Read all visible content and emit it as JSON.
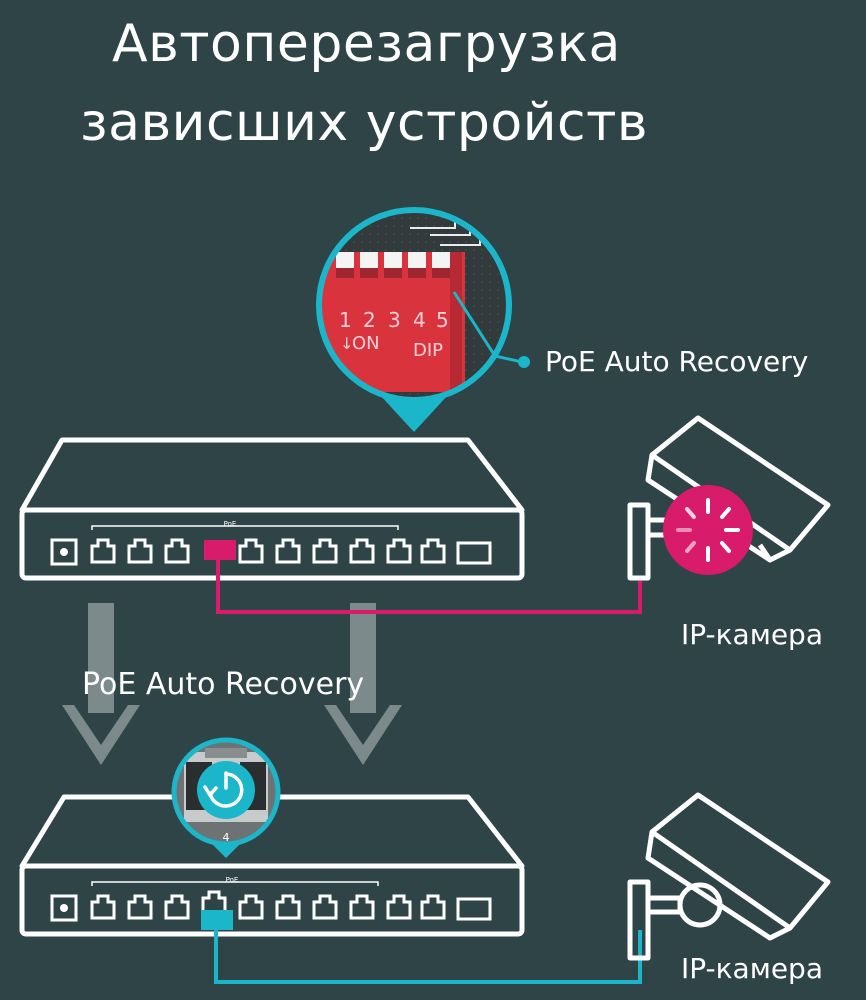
{
  "title": {
    "line1": "Автоперезагрузка",
    "line2": "зависших устройств"
  },
  "dip_switch": {
    "numbers": [
      "1",
      "2",
      "3",
      "4",
      "5"
    ],
    "on_label": "ON",
    "dip_label": "DIP",
    "callout": "PoE Auto Recovery"
  },
  "middle_label": "PoE Auto Recovery",
  "switch_top": {
    "poe_label": "PoE"
  },
  "switch_bottom": {
    "poe_label": "PoE",
    "port_number": "4"
  },
  "camera_top": {
    "label": "IP-камера"
  },
  "camera_bottom": {
    "label": "IP-камера"
  },
  "colors": {
    "background": "#2f4447",
    "line": "#ffffff",
    "magenta": "#d81b6a",
    "cyan": "#1bb6c9",
    "dip_red": "#d9343e",
    "arrow": "#7d8a8c"
  },
  "icons": {
    "camera_top_status": "loading-spinner-icon",
    "port_status": "refresh-power-icon"
  }
}
